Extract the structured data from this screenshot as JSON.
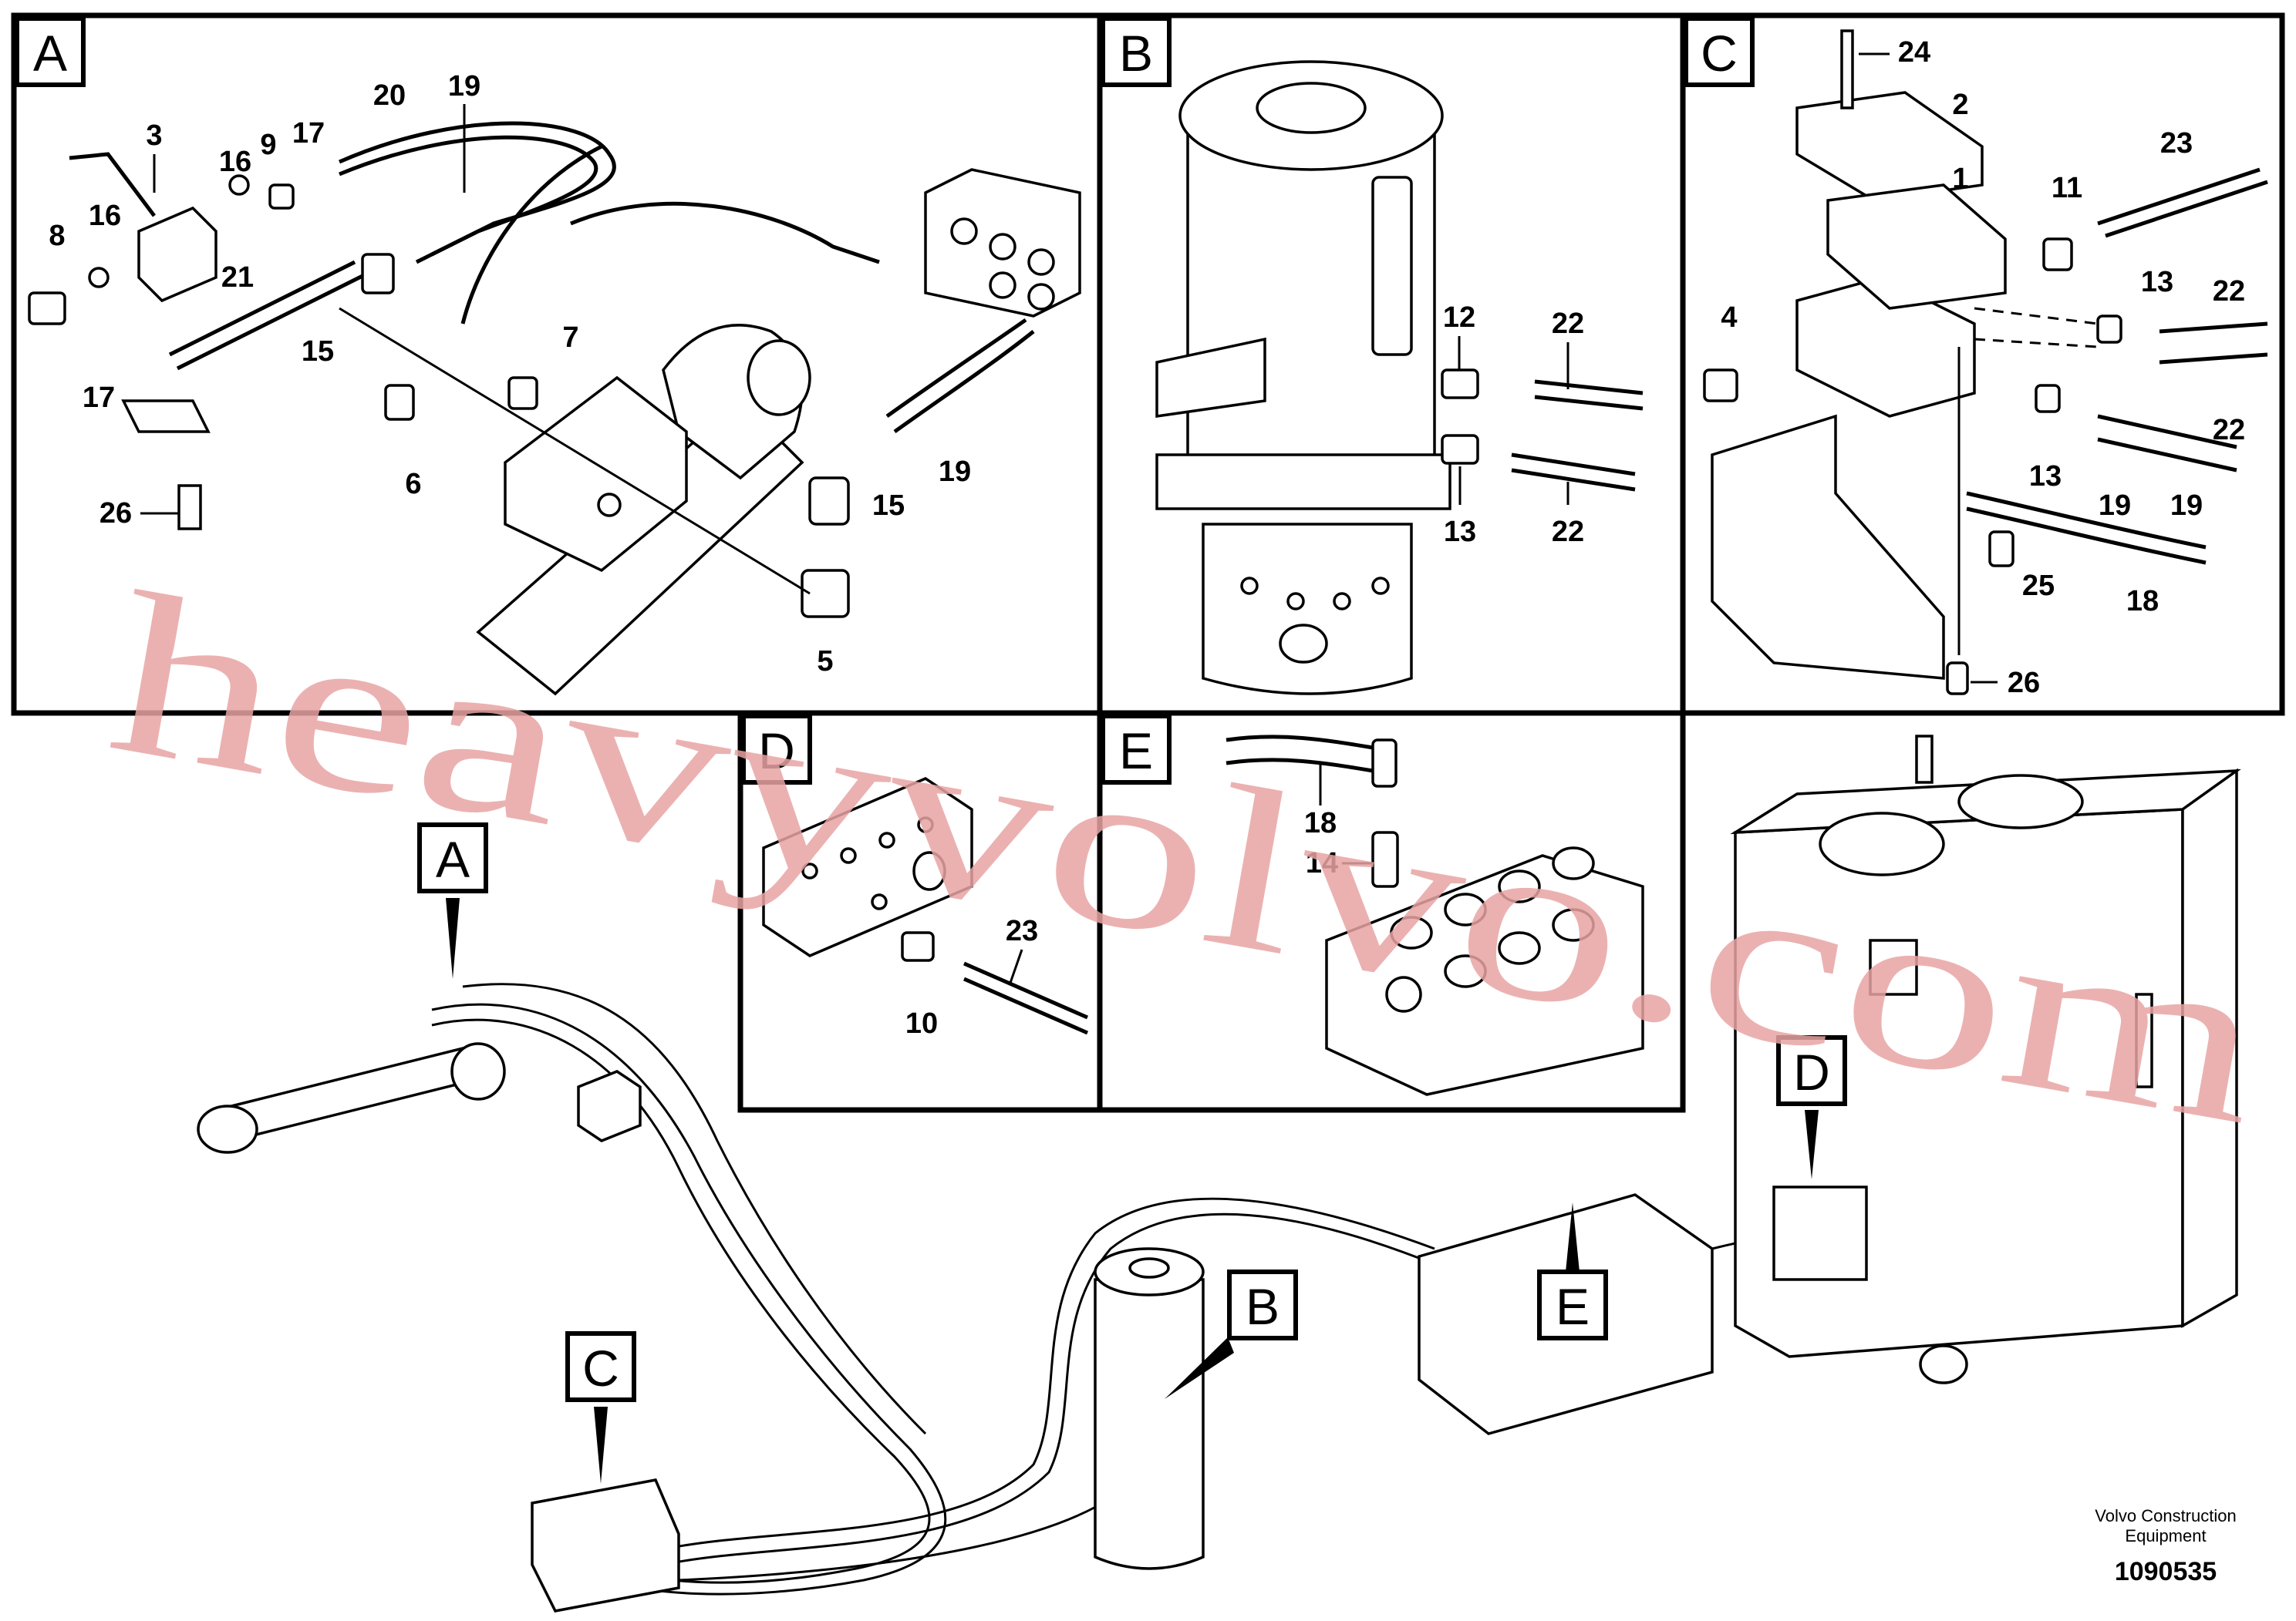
{
  "panels": [
    {
      "id": "A",
      "label": "A"
    },
    {
      "id": "B",
      "label": "B"
    },
    {
      "id": "C",
      "label": "C"
    },
    {
      "id": "D",
      "label": "D"
    },
    {
      "id": "E",
      "label": "E"
    }
  ],
  "overview_tags": [
    "A",
    "B",
    "C",
    "D",
    "E"
  ],
  "callouts": {
    "A": [
      "3",
      "16",
      "9",
      "17",
      "20",
      "19",
      "8",
      "16",
      "21",
      "15",
      "7",
      "17",
      "26",
      "6",
      "19",
      "15",
      "5"
    ],
    "B": [
      "12",
      "22",
      "13",
      "22"
    ],
    "C": [
      "24",
      "2",
      "23",
      "1",
      "11",
      "4",
      "13",
      "22",
      "22",
      "13",
      "19",
      "19",
      "25",
      "18",
      "26"
    ],
    "D": [
      "23",
      "10"
    ],
    "E": [
      "18",
      "14"
    ]
  },
  "watermark": "heavyvolvo.com",
  "caption": {
    "company_line1": "Volvo Construction",
    "company_line2": "Equipment",
    "figure_number": "1090535"
  }
}
